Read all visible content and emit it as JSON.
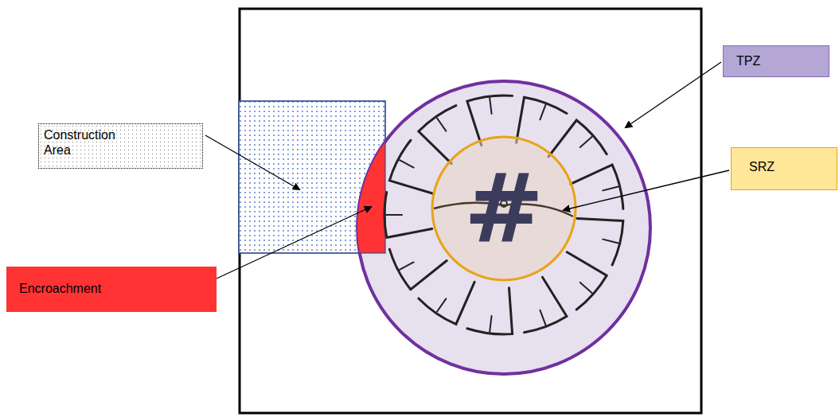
{
  "diagram": {
    "nodes": [
      {
        "text": [
          "TPZ"
        ]
      },
      {
        "text": [
          "Construction Area"
        ]
      },
      {
        "text": [
          "SRZ"
        ]
      },
      {
        "text": [
          "Encroachment"
        ]
      }
    ],
    "labels": [
      "#"
    ]
  }
}
